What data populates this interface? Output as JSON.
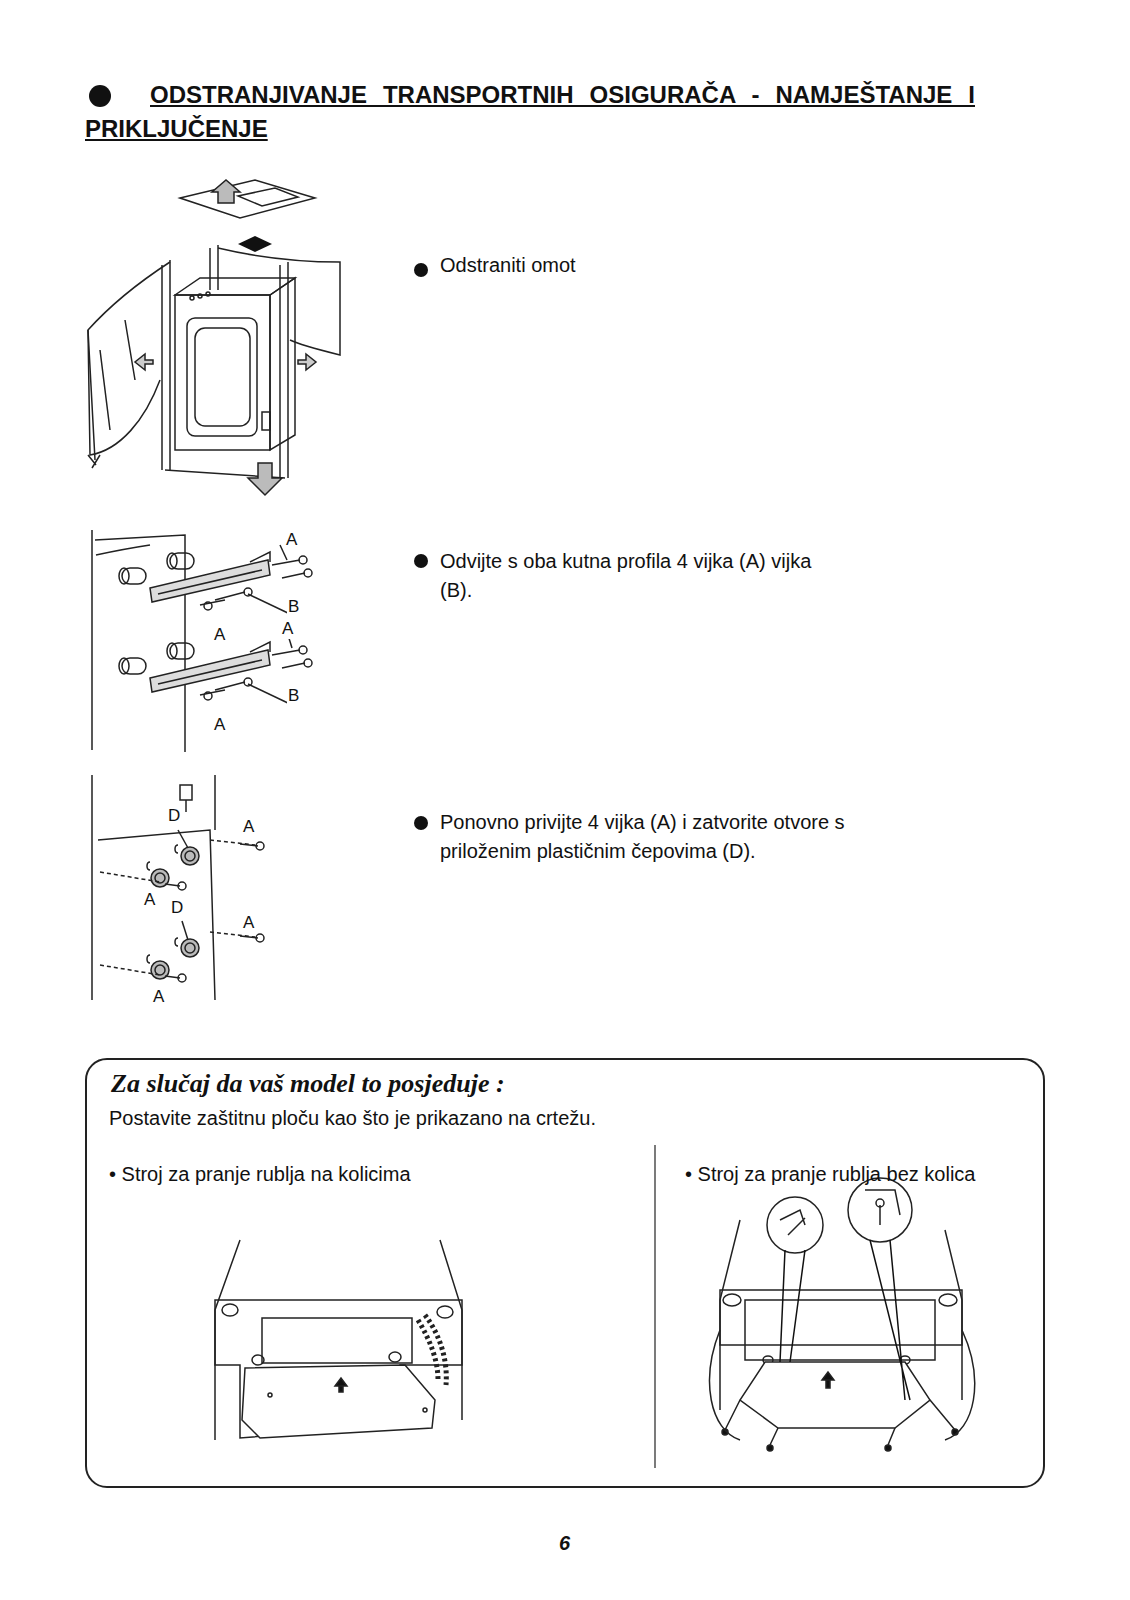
{
  "diagram": {
    "title": "ODSTRANJIVANJE TRANSPORTNIH OSIGURAČA - NAMJEŠTANJE I PRIKLJUČENJE",
    "nodes": [
      {
        "text": [
          "Za slučaj da vaš model to posjeduje :",
          "Postavite zaštitnu ploču kao što je prikazano na crtežu.",
          "• Stroj za pranje rublja na kolicima",
          "• Stroj za pranje rublja bez kolica"
        ]
      }
    ],
    "labels": [
      "Odstraniti omot",
      "A",
      "Odvijte s oba kutna profila 4 vijka (A) vijka (B).",
      "B",
      "A",
      "A",
      "B",
      "A",
      "D",
      "A",
      "Ponovno privijte 4 vijka (A) i zatvorite otvore s priloženim plastičnim čepovima (D).",
      "A",
      "D",
      "A",
      "A",
      "6"
    ]
  }
}
